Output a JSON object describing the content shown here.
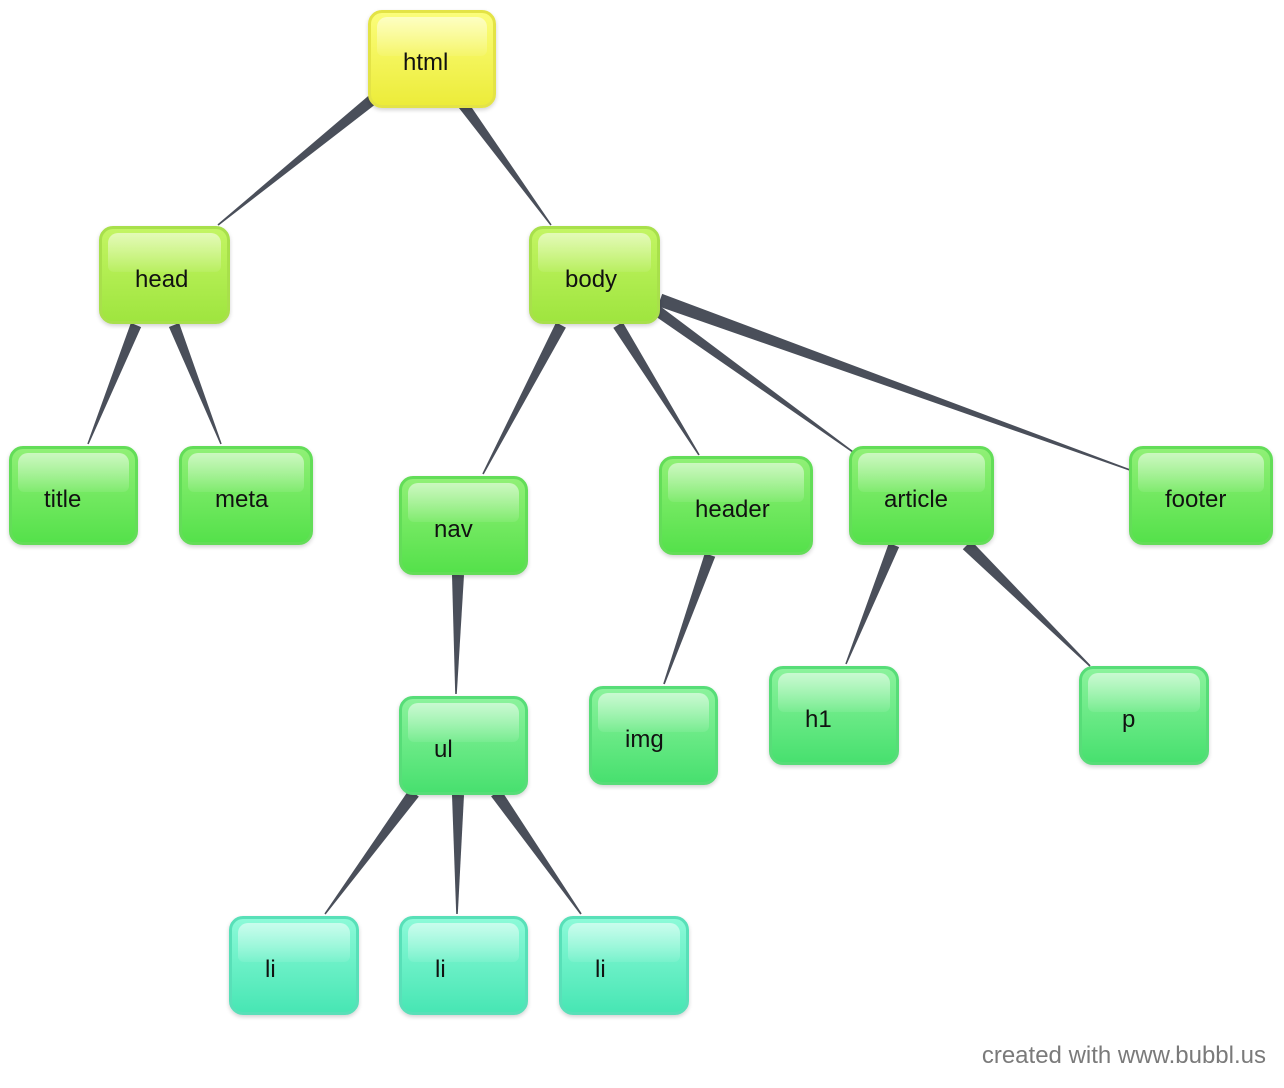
{
  "nodes": [
    {
      "id": "html",
      "label": "html",
      "level": 0,
      "parent": null
    },
    {
      "id": "head",
      "label": "head",
      "level": 1,
      "parent": "html"
    },
    {
      "id": "body",
      "label": "body",
      "level": 1,
      "parent": "html"
    },
    {
      "id": "title",
      "label": "title",
      "level": 2,
      "parent": "head"
    },
    {
      "id": "meta",
      "label": "meta",
      "level": 2,
      "parent": "head"
    },
    {
      "id": "nav",
      "label": "nav",
      "level": 2,
      "parent": "body"
    },
    {
      "id": "header",
      "label": "header",
      "level": 2,
      "parent": "body"
    },
    {
      "id": "article",
      "label": "article",
      "level": 2,
      "parent": "body"
    },
    {
      "id": "footer",
      "label": "footer",
      "level": 2,
      "parent": "body"
    },
    {
      "id": "ul",
      "label": "ul",
      "level": 3,
      "parent": "nav"
    },
    {
      "id": "img",
      "label": "img",
      "level": 3,
      "parent": "header"
    },
    {
      "id": "h1",
      "label": "h1",
      "level": 3,
      "parent": "article"
    },
    {
      "id": "p",
      "label": "p",
      "level": 3,
      "parent": "article"
    },
    {
      "id": "li-1",
      "label": "li",
      "level": 4,
      "parent": "ul"
    },
    {
      "id": "li-2",
      "label": "li",
      "level": 4,
      "parent": "ul"
    },
    {
      "id": "li-3",
      "label": "li",
      "level": 4,
      "parent": "ul"
    }
  ],
  "credit": "created with www.bubbl.us",
  "colors": {
    "connector": "#4a4f5a",
    "level0": "#eef042",
    "level1": "#a6e74a",
    "level2": "#5ee156",
    "level3": "#52e27a",
    "level4": "#52e6b8",
    "credit_text": "#7a7a7a"
  }
}
